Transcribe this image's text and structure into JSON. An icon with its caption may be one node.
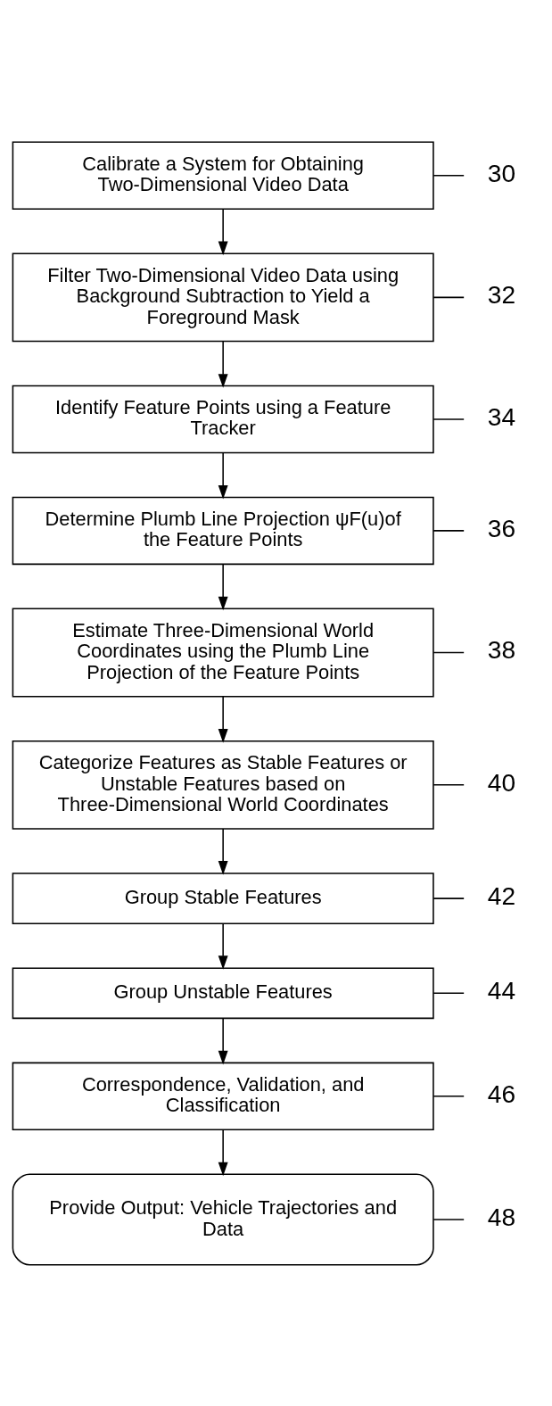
{
  "diagram": {
    "nodes": [
      {
        "text": [
          "Calibrate a System for Obtaining Two-Dimensional Video Data"
        ]
      },
      {
        "text": [
          "Filter Two-Dimensional Video Data using Background Subtraction to Yield a Foreground Mask"
        ]
      },
      {
        "text": [
          "Identify Feature Points using a Feature Tracker"
        ]
      },
      {
        "text": [
          "Determine Plumb Line Projection ψF(u)of the Feature Points"
        ]
      },
      {
        "text": [
          "Estimate Three-Dimensional World Coordinates using the Plumb Line Projection of the Feature Points"
        ]
      },
      {
        "text": [
          "Categorize Features as Stable Features or Unstable Features based on Three-Dimensional World Coordinates"
        ]
      },
      {
        "text": [
          "Group Stable Features"
        ]
      },
      {
        "text": [
          "Group Unstable Features"
        ]
      },
      {
        "text": [
          "Correspondence, Validation, and Classification"
        ]
      },
      {
        "text": [
          "Provide Output: Vehicle Trajectories and Data"
        ]
      },
      {
        "text": [
          "30"
        ]
      },
      {
        "text": [
          "32"
        ]
      },
      {
        "text": [
          "34"
        ]
      },
      {
        "text": [
          "36"
        ]
      },
      {
        "text": [
          "38"
        ]
      },
      {
        "text": [
          "40"
        ]
      },
      {
        "text": [
          "42"
        ]
      },
      {
        "text": [
          "44"
        ]
      },
      {
        "text": [
          "46"
        ]
      },
      {
        "text": [
          "48"
        ]
      }
    ],
    "edges": [
      {
        "from": 0,
        "to": 1,
        "arrow": "to"
      },
      {
        "from": 1,
        "to": 2,
        "arrow": "to"
      },
      {
        "from": 2,
        "to": 3,
        "arrow": "to"
      },
      {
        "from": 3,
        "to": 4,
        "arrow": "to"
      },
      {
        "from": 4,
        "to": 5,
        "arrow": "to"
      },
      {
        "from": 5,
        "to": 6,
        "arrow": "to"
      },
      {
        "from": 6,
        "to": 7,
        "arrow": "to"
      },
      {
        "from": 7,
        "to": 8,
        "arrow": "to"
      },
      {
        "from": 8,
        "to": 9,
        "arrow": "to"
      },
      {
        "from": 0,
        "to": 10,
        "arrow": "none"
      },
      {
        "from": 1,
        "to": 11,
        "arrow": "none"
      },
      {
        "from": 2,
        "to": 12,
        "arrow": "none"
      },
      {
        "from": 3,
        "to": 13,
        "arrow": "none"
      },
      {
        "from": 4,
        "to": 14,
        "arrow": "none"
      },
      {
        "from": 5,
        "to": 15,
        "arrow": "none"
      },
      {
        "from": 6,
        "to": 16,
        "arrow": "none"
      },
      {
        "from": 7,
        "to": 17,
        "arrow": "none"
      },
      {
        "from": 8,
        "to": 18,
        "arrow": "none"
      },
      {
        "from": 9,
        "to": 19,
        "arrow": "none"
      }
    ]
  }
}
